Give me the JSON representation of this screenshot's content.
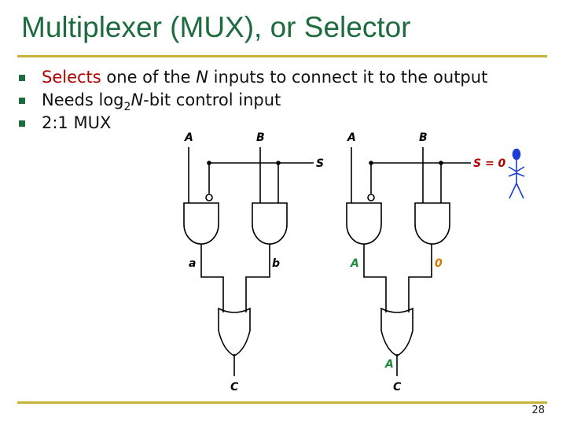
{
  "slide": {
    "title": "Multiplexer (MUX), or Selector",
    "page_number": "28",
    "bullets": {
      "b1_red": "Selects",
      "b1_rest_a": " one of the ",
      "b1_n": "N",
      "b1_rest_b": " inputs to connect it to the output",
      "b2_a": "Needs log",
      "b2_sub": "2",
      "b2_n": "N",
      "b2_b": "-bit control input",
      "b3": "2:1 MUX"
    }
  },
  "diagram_left": {
    "input_a": "A",
    "input_b": "B",
    "select": "S",
    "and1_out": "a",
    "and2_out": "b",
    "output": "C"
  },
  "diagram_right": {
    "input_a": "A",
    "input_b": "B",
    "select": "S = 0",
    "and1_out": "A",
    "and2_out": "0",
    "or_out": "A",
    "output": "C"
  },
  "colors": {
    "title": "#1e6b3f",
    "rule": "#c9b23a",
    "accent_red": "#b00000",
    "value_green": "#1e8a3a",
    "value_orange": "#d07800",
    "figure_blue": "#1a3fd0"
  }
}
